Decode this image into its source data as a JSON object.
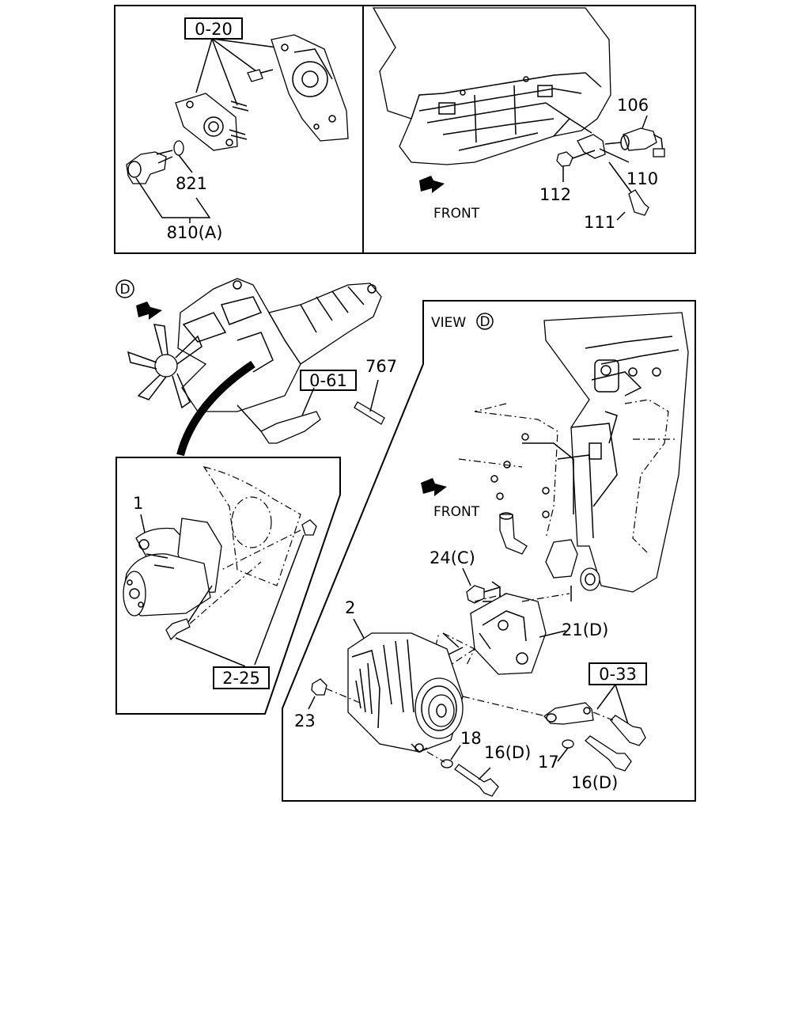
{
  "panel_top_left": {
    "ref_box": "0-20",
    "labels": {
      "o_ring": "821",
      "sensor": "810(A)"
    }
  },
  "panel_top_right": {
    "labels": {
      "switch": "106",
      "bracket": "110",
      "nut": "112",
      "bolt": "111",
      "front": "FRONT"
    }
  },
  "panel_bottom": {
    "view_marker": "D",
    "view_label": "VIEW",
    "ref_box_bracket": "0-61",
    "ref_box_starter": "2-25",
    "ref_box_alternator": "0-33",
    "labels": {
      "stud": "767",
      "starter": "1",
      "alternator": "2",
      "bolt_c": "24(C)",
      "bracket_d": "21(D)",
      "nut": "23",
      "washer": "18",
      "bolt_d_front": "16(D)",
      "adjust_plate": "17",
      "bolt_d_rear": "16(D)",
      "front": "FRONT"
    }
  }
}
